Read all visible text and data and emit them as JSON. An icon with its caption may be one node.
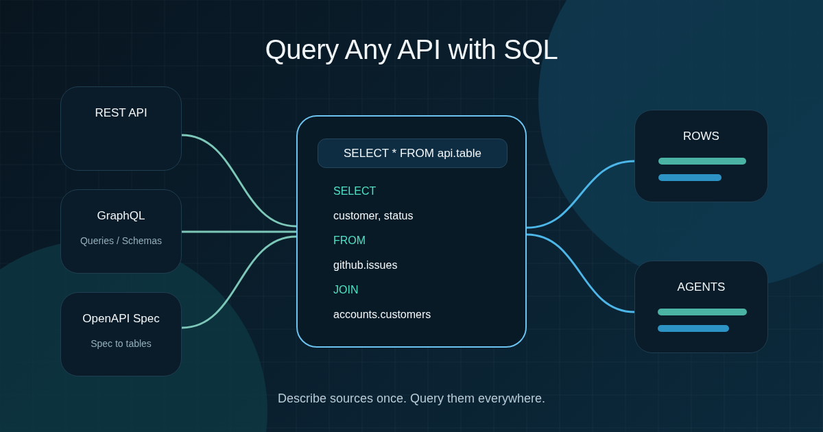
{
  "diagram": {
    "title": "Query Any API with SQL",
    "caption": "Describe sources once. Query them everywhere.",
    "nodes": [
      {
        "text": [
          "REST API"
        ]
      },
      {
        "text": [
          "GraphQL",
          "Queries / Schemas"
        ]
      },
      {
        "text": [
          "OpenAPI Spec",
          "Spec to tables"
        ]
      },
      {
        "text": [
          "SELECT",
          "customer, status",
          "FROM",
          "github.issues",
          "JOIN",
          "accounts.customers"
        ]
      },
      {
        "text": [
          "SELECT * FROM api.table"
        ],
        "in": 3
      },
      {
        "text": [
          "ROWS"
        ]
      },
      {
        "text": [
          "AGENTS"
        ]
      }
    ],
    "edges": [
      {
        "from": 0,
        "to": 3,
        "arrow": "none"
      },
      {
        "from": 1,
        "to": 3,
        "arrow": "none"
      },
      {
        "from": 2,
        "to": 3,
        "arrow": "none"
      },
      {
        "from": 3,
        "to": 5,
        "arrow": "none",
        "color": "#4db6e8"
      },
      {
        "from": 3,
        "to": 6,
        "arrow": "none",
        "color": "#4db6e8"
      }
    ]
  }
}
